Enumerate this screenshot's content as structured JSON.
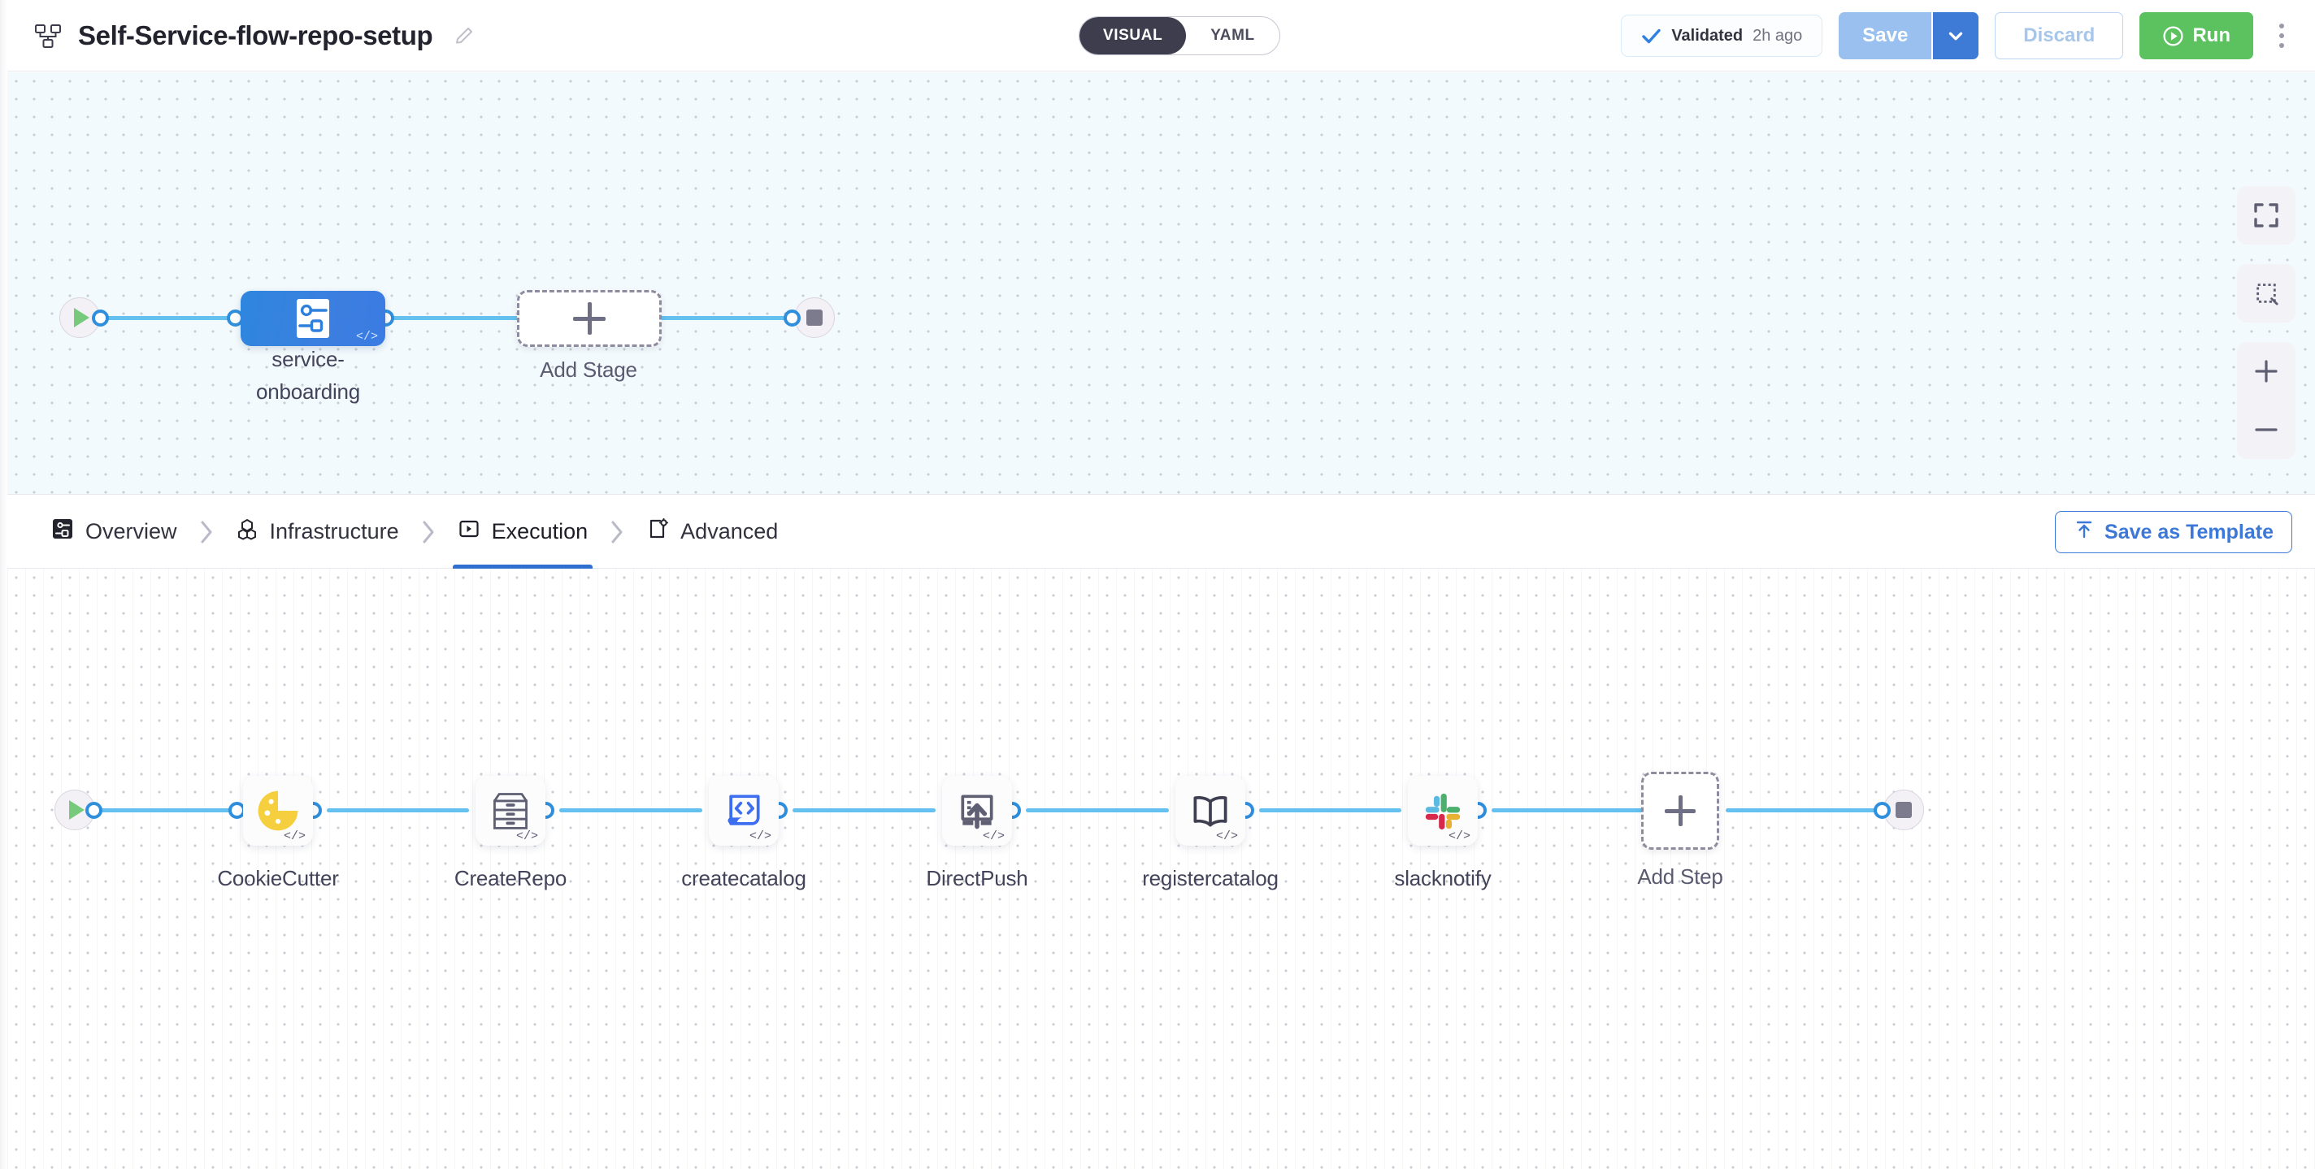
{
  "header": {
    "pipeline_icon": "pipeline-icon",
    "title": "Self-Service-flow-repo-setup",
    "edit_icon": "edit-pencil-icon",
    "mode_toggle": {
      "options": [
        "VISUAL",
        "YAML"
      ],
      "selected": "VISUAL"
    },
    "status": {
      "icon": "check-icon",
      "label": "Validated",
      "time": "2h ago"
    },
    "save_label": "Save",
    "save_caret_icon": "chevron-down-icon",
    "discard_label": "Discard",
    "run_label": "Run",
    "run_icon": "play-circle-icon",
    "more_icon": "kebab-menu-icon",
    "colors": {
      "save_bg": "#99c0ef",
      "save_caret_bg": "#3e7bd6",
      "run_bg": "#5cc15f",
      "accent_blue": "#2f6fd0",
      "edge_blue": "#63c0ef"
    }
  },
  "stage_canvas": {
    "start_node": {
      "icon": "play-icon",
      "name": "start-node"
    },
    "stage": {
      "label_line1": "service-",
      "label_line2": "onboarding",
      "icon": "stage-flow-icon",
      "code_badge": "</>"
    },
    "add_stage": {
      "label": "Add Stage",
      "icon": "plus-icon"
    },
    "end_node": {
      "icon": "stop-icon",
      "name": "end-node"
    },
    "controls": [
      {
        "name": "fit-to-screen-icon"
      },
      {
        "name": "selection-marquee-icon"
      },
      {
        "name": "zoom-in-icon"
      },
      {
        "name": "zoom-out-icon"
      }
    ]
  },
  "tabs": {
    "items": [
      {
        "label": "Overview",
        "icon": "overview-icon",
        "active": false
      },
      {
        "label": "Infrastructure",
        "icon": "infrastructure-icon",
        "active": false
      },
      {
        "label": "Execution",
        "icon": "execution-icon",
        "active": true
      },
      {
        "label": "Advanced",
        "icon": "advanced-icon",
        "active": false
      }
    ],
    "separator_icon": "chevron-right-icon",
    "save_template_label": "Save as Template",
    "save_template_icon": "upload-icon"
  },
  "execution_canvas": {
    "start_node": {
      "icon": "play-icon"
    },
    "steps": [
      {
        "label": "CookieCutter",
        "icon": "cookie-icon",
        "code_badge": "</>"
      },
      {
        "label": "CreateRepo",
        "icon": "drawer-icon",
        "code_badge": "</>"
      },
      {
        "label": "createcatalog",
        "icon": "code-screen-icon",
        "code_badge": "</>"
      },
      {
        "label": "DirectPush",
        "icon": "upload-doc-icon",
        "code_badge": "</>"
      },
      {
        "label": "registercatalog",
        "icon": "open-book-icon",
        "code_badge": "</>"
      },
      {
        "label": "slacknotify",
        "icon": "slack-icon",
        "code_badge": "</>"
      }
    ],
    "add_step": {
      "label": "Add Step",
      "icon": "plus-icon"
    },
    "end_node": {
      "icon": "stop-icon"
    }
  }
}
